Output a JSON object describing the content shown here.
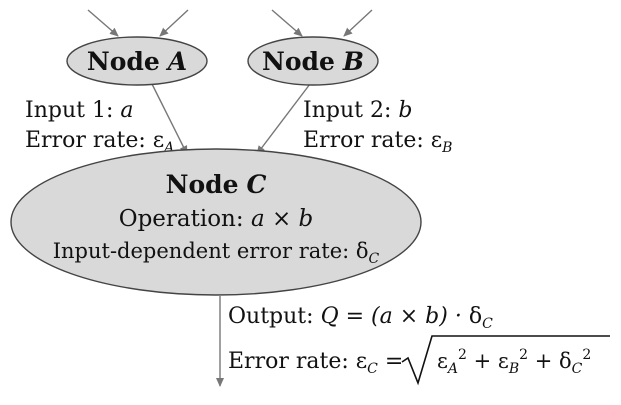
{
  "nodes": {
    "a": {
      "title_word": "Node",
      "title_var": "A"
    },
    "b": {
      "title_word": "Node",
      "title_var": "B"
    },
    "c": {
      "title_word": "Node",
      "title_var": "C",
      "operation_label": "Operation:",
      "operation_expr": "a × b",
      "error_label": "Input-dependent error rate:",
      "error_symbol": "δ",
      "error_sub": "C"
    }
  },
  "edges": {
    "a_to_c": {
      "input_label": "Input 1:",
      "input_var": "a",
      "error_label": "Error rate:",
      "error_symbol": "ε",
      "error_sub": "A"
    },
    "b_to_c": {
      "input_label": "Input 2:",
      "input_var": "b",
      "error_label": "Error rate:",
      "error_symbol": "ε",
      "error_sub": "B"
    },
    "c_out": {
      "output_label": "Output:",
      "output_q": "Q",
      "output_expr": "= (a × b) ·",
      "output_delta": "δ",
      "output_delta_sub": "C",
      "error_label": "Error rate:",
      "error_eps": "ε",
      "error_eps_sub": "C",
      "equals": "=",
      "sqrt_terms": [
        {
          "sym": "ε",
          "sub": "A",
          "sup": "2"
        },
        {
          "sym": "ε",
          "sub": "B",
          "sup": "2"
        },
        {
          "sym": "δ",
          "sub": "C",
          "sup": "2"
        }
      ],
      "plus": "+"
    }
  },
  "colors": {
    "node_fill": "#d9d9d9",
    "node_stroke": "#444444",
    "edge": "#777777",
    "text": "#111111"
  }
}
